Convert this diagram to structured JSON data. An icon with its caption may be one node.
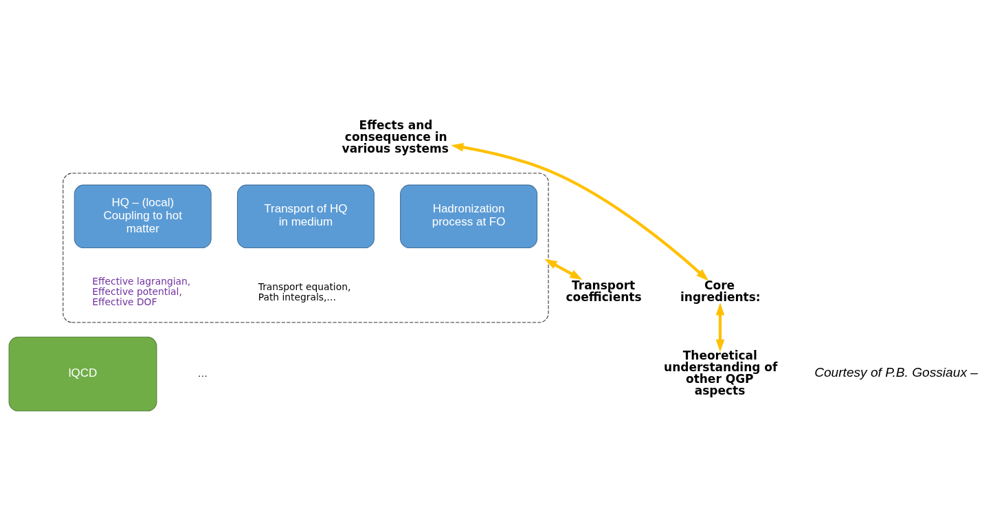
{
  "diagram": {
    "nodes": [
      {
        "text": [
          "Effects and consequence in various systems"
        ]
      },
      {
        "text": [
          "Core ingredients:"
        ]
      },
      {
        "text": [],
        "shape": "box"
      },
      {
        "text": [
          "HQ – (local) Coupling to hot matter"
        ],
        "in": 2,
        "beside": [
          "Effective lagrangian, Effective potential, Effective DOF"
        ]
      },
      {
        "text": [
          "Transport of HQ in medium"
        ],
        "in": 2,
        "beside": [
          "Transport equation, Path integrals,…"
        ]
      },
      {
        "text": [
          "Hadronization process at FO"
        ],
        "in": 2
      },
      {
        "text": [
          "Transport coefficients"
        ]
      },
      {
        "text": [
          "Theoretical understanding of other QGP aspects"
        ]
      },
      {
        "text": [
          "lQCD"
        ]
      }
    ],
    "edges": [
      {
        "from": 0,
        "to": 1,
        "arrow": "both"
      },
      {
        "from": 1,
        "to": 7,
        "arrow": "both"
      },
      {
        "from": 2,
        "to": 6,
        "arrow": "both"
      }
    ],
    "labels": [
      "…",
      "Courtesy of P.B. Gossiaux –"
    ]
  }
}
